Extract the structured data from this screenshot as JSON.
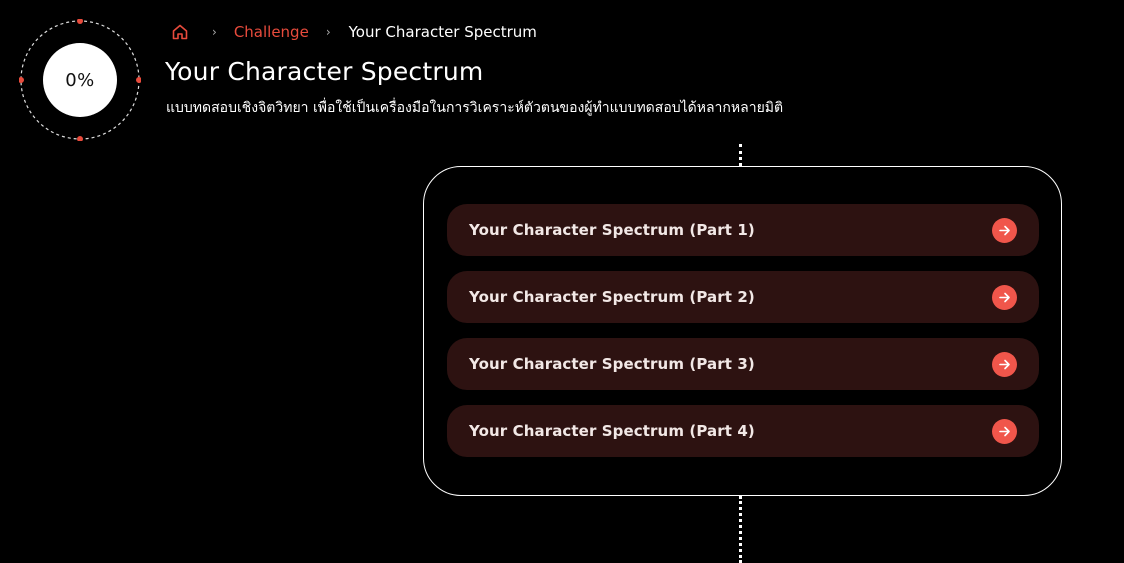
{
  "progress": {
    "value_text": "0%",
    "percent": 0
  },
  "breadcrumb": {
    "home_icon": "home-icon",
    "separator": "›",
    "challenge": "Challenge",
    "current": "Your Character Spectrum"
  },
  "header": {
    "title": "Your Character Spectrum",
    "subtitle": "แบบทดสอบเชิงจิตวิทยา เพื่อใช้เป็นเครื่องมือในการวิเคราะห์ตัวตนของผู้ทำแบบทดสอบได้หลากหลายมิติ"
  },
  "parts": [
    {
      "label": "Your Character Spectrum (Part 1)"
    },
    {
      "label": "Your Character Spectrum (Part 2)"
    },
    {
      "label": "Your Character Spectrum (Part 3)"
    },
    {
      "label": "Your Character Spectrum (Part 4)"
    }
  ],
  "colors": {
    "accent": "#e84b3c",
    "arrow_button": "#f0564b",
    "item_background": "#2d1211",
    "background": "#000000"
  }
}
